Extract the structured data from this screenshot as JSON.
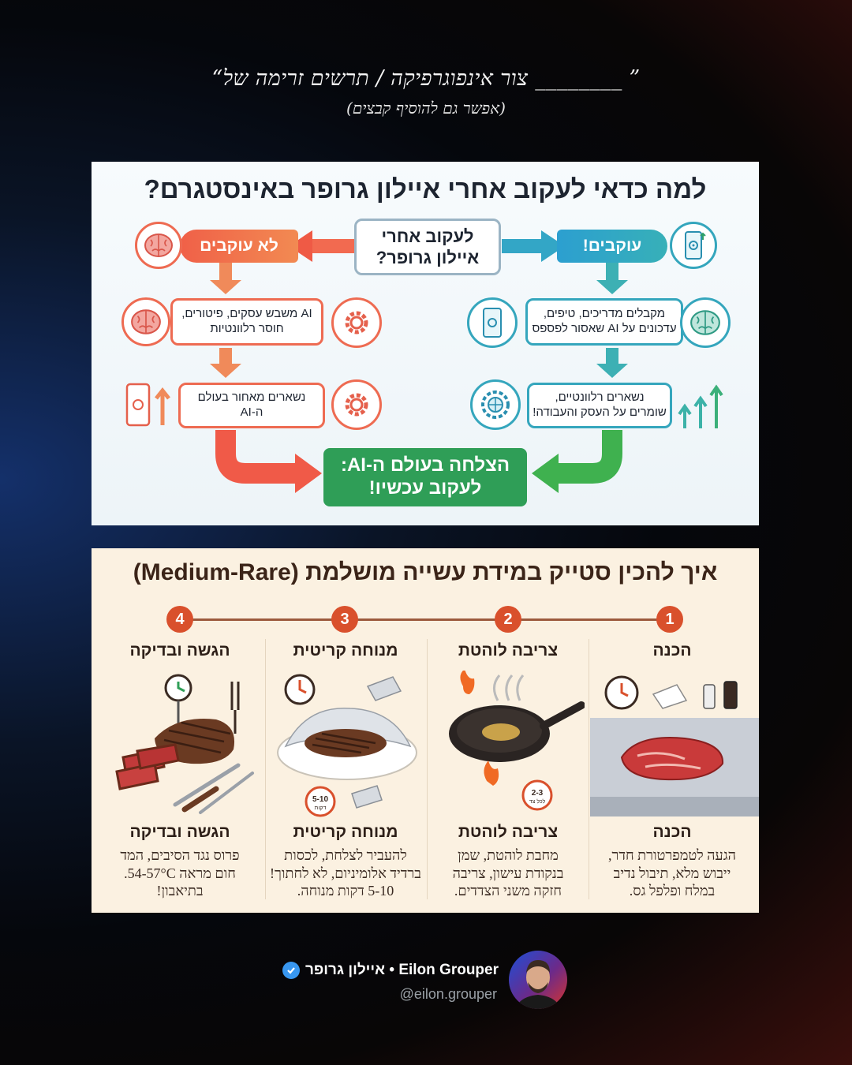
{
  "prompt": {
    "line": "“צור אינפוגרפיקה / תרשים זרימה של ________ ”",
    "subline": "(אפשר גם להוסיף קבצים)"
  },
  "infographic_flow": {
    "title": "למה כדאי לעקוב אחרי איילון גרופר באינסטגרם?",
    "center_question": [
      "לעקוב אחרי",
      "איילון גרופר?"
    ],
    "right_branch": {
      "label": "עוקבים!",
      "step1": [
        "מקבלים מדריכים, טיפים,",
        "עדכונים על AI שאסור לפספס"
      ],
      "step2": [
        "נשארים רלוונטיים,",
        "שומרים על העסק והעבודה!"
      ]
    },
    "left_branch": {
      "label": "לא עוקבים",
      "step1": [
        "AI משבש עסקים, פיטורים,",
        "חוסר רלוונטיות"
      ],
      "step2": [
        "נשארים מאחור בעולם",
        "ה-AI"
      ]
    },
    "result": [
      "הצלחה בעולם ה-AI:",
      "לעקוב עכשיו!"
    ],
    "colors": {
      "red": "#ee6b52",
      "teal": "#35a6bd",
      "green": "#2f9e57"
    }
  },
  "infographic_steak": {
    "title": "איך להכין סטייק במידת עשייה מושלמת (Medium-Rare)",
    "steps": [
      {
        "num": "1",
        "title": "הכנה",
        "title2": "הכנה",
        "desc": [
          "הגעה לטמפרטורת חדר,",
          "ייבוש מלא, תיבול נדיב",
          "במלח ופלפל גס."
        ]
      },
      {
        "num": "2",
        "title": "צריבה לוהטת",
        "title2": "צריבה לוהטת",
        "desc": [
          "מחבת לוהטת, שמן",
          "בנקודת עישון, צריבה",
          "חזקה משני הצדדים."
        ],
        "timer": [
          "2-3",
          "לכל צד"
        ]
      },
      {
        "num": "3",
        "title": "מנוחה קריטית",
        "title2": "מנוחה קריטית",
        "desc": [
          "להעביר לצלחת, לכסות",
          "ברדיד אלומיניום, לא לחתוך!",
          "5-10 דקות מנוחה."
        ],
        "timer": [
          "5-10",
          "דקות"
        ]
      },
      {
        "num": "4",
        "title": "הגשה ובדיקה",
        "title2": "הגשה ובדיקה",
        "desc": [
          "פרוס נגד הסיבים, המד",
          "חום מראה 54-57°C.",
          "בתיאבון!"
        ]
      }
    ],
    "accent": "#d9502c"
  },
  "author": {
    "name": "איילון גרופר • Eilon Grouper",
    "handle": "@eilon.grouper",
    "verified": true
  }
}
